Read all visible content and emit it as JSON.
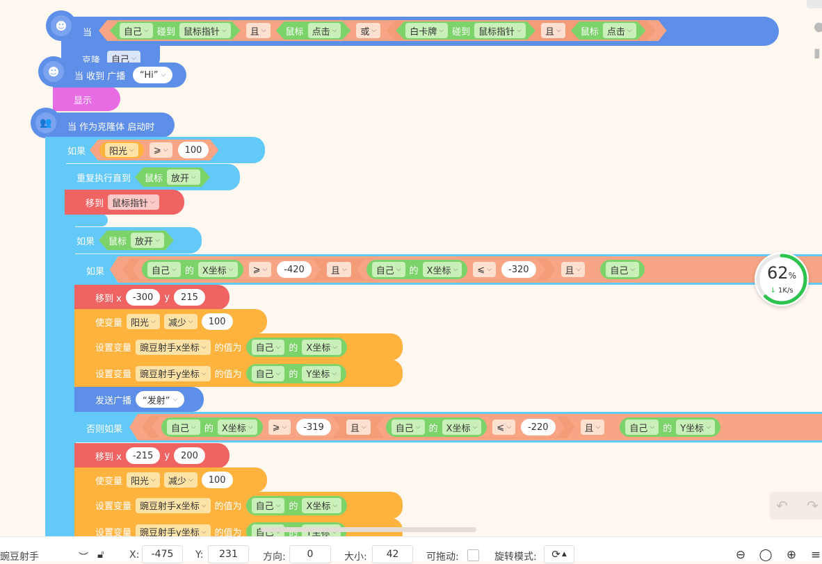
{
  "ops": {
    "touch": "碰到",
    "and": "且",
    "or": "或",
    "of": "的",
    "gte": "⩾",
    "lte": "⩽",
    "value_is": "的值为"
  },
  "block1": {
    "hat_label": "当",
    "self": "自己",
    "mouse_pointer": "鼠标指针",
    "mouse": "鼠标",
    "click": "点击",
    "card": "白卡牌",
    "clone_label": "克隆",
    "clone_target": "自己"
  },
  "block2": {
    "hat_label": "当 收到 广播",
    "message": "“Hi”",
    "show": "显示"
  },
  "block3": {
    "hat_label": "当 作为克隆体 启动时",
    "if_label": "如果",
    "sun": "阳光",
    "hundred": "100",
    "repeat_until": "重复执行直到",
    "mouse": "鼠标",
    "release": "放开",
    "move_to": "移到",
    "mouse_pointer": "鼠标指针",
    "self": "自己",
    "x_coord": "X坐标",
    "y_coord": "Y坐标",
    "n420": "-420",
    "n320": "-320",
    "move_x_label": "移到 x",
    "y_label": "y",
    "x1": "-300",
    "y1": "215",
    "change_var": "使变量",
    "decrease": "减少",
    "set_var": "设置变量",
    "var_x": "豌豆射手x坐标",
    "var_y": "豌豆射手y坐标",
    "broadcast": "发送广播",
    "shoot": "“发射”",
    "else_if": "否则如果",
    "n319": "-319",
    "n220": "-220",
    "x2": "-215",
    "y2": "200"
  },
  "gauge": {
    "percent_text": "62",
    "percent_sign": "%",
    "speed": "1K/s",
    "value": 0.62
  },
  "status": {
    "sprite_name": "豌豆射手",
    "x_label": "X:",
    "x_value": "-475",
    "y_label": "Y:",
    "y_value": "231",
    "direction_label": "方向:",
    "direction_value": "0",
    "size_label": "大小:",
    "size_value": "42",
    "draggable_label": "可拖动:",
    "rotation_label": "旋转模式:"
  },
  "icons": {
    "hat_icon": "alien-head-icon",
    "clone_icon": "two-people-icon",
    "eye": "eye-closed-icon",
    "lock": "unlock-icon",
    "zoom_out": "zoom-out-icon",
    "zoom_reset": "zoom-reset-icon",
    "zoom_in": "zoom-in-icon",
    "menu": "menu-icon",
    "undo": "undo-icon",
    "redo": "redo-icon"
  },
  "colors": {
    "event": "#5d8ee8",
    "control": "#63c9f9",
    "motion": "#ef6363",
    "data": "#ffb33f",
    "sensing": "#7cd36a",
    "operator": "#f7a584",
    "looks": "#e76ce3",
    "gauge": "#2ec24f"
  }
}
